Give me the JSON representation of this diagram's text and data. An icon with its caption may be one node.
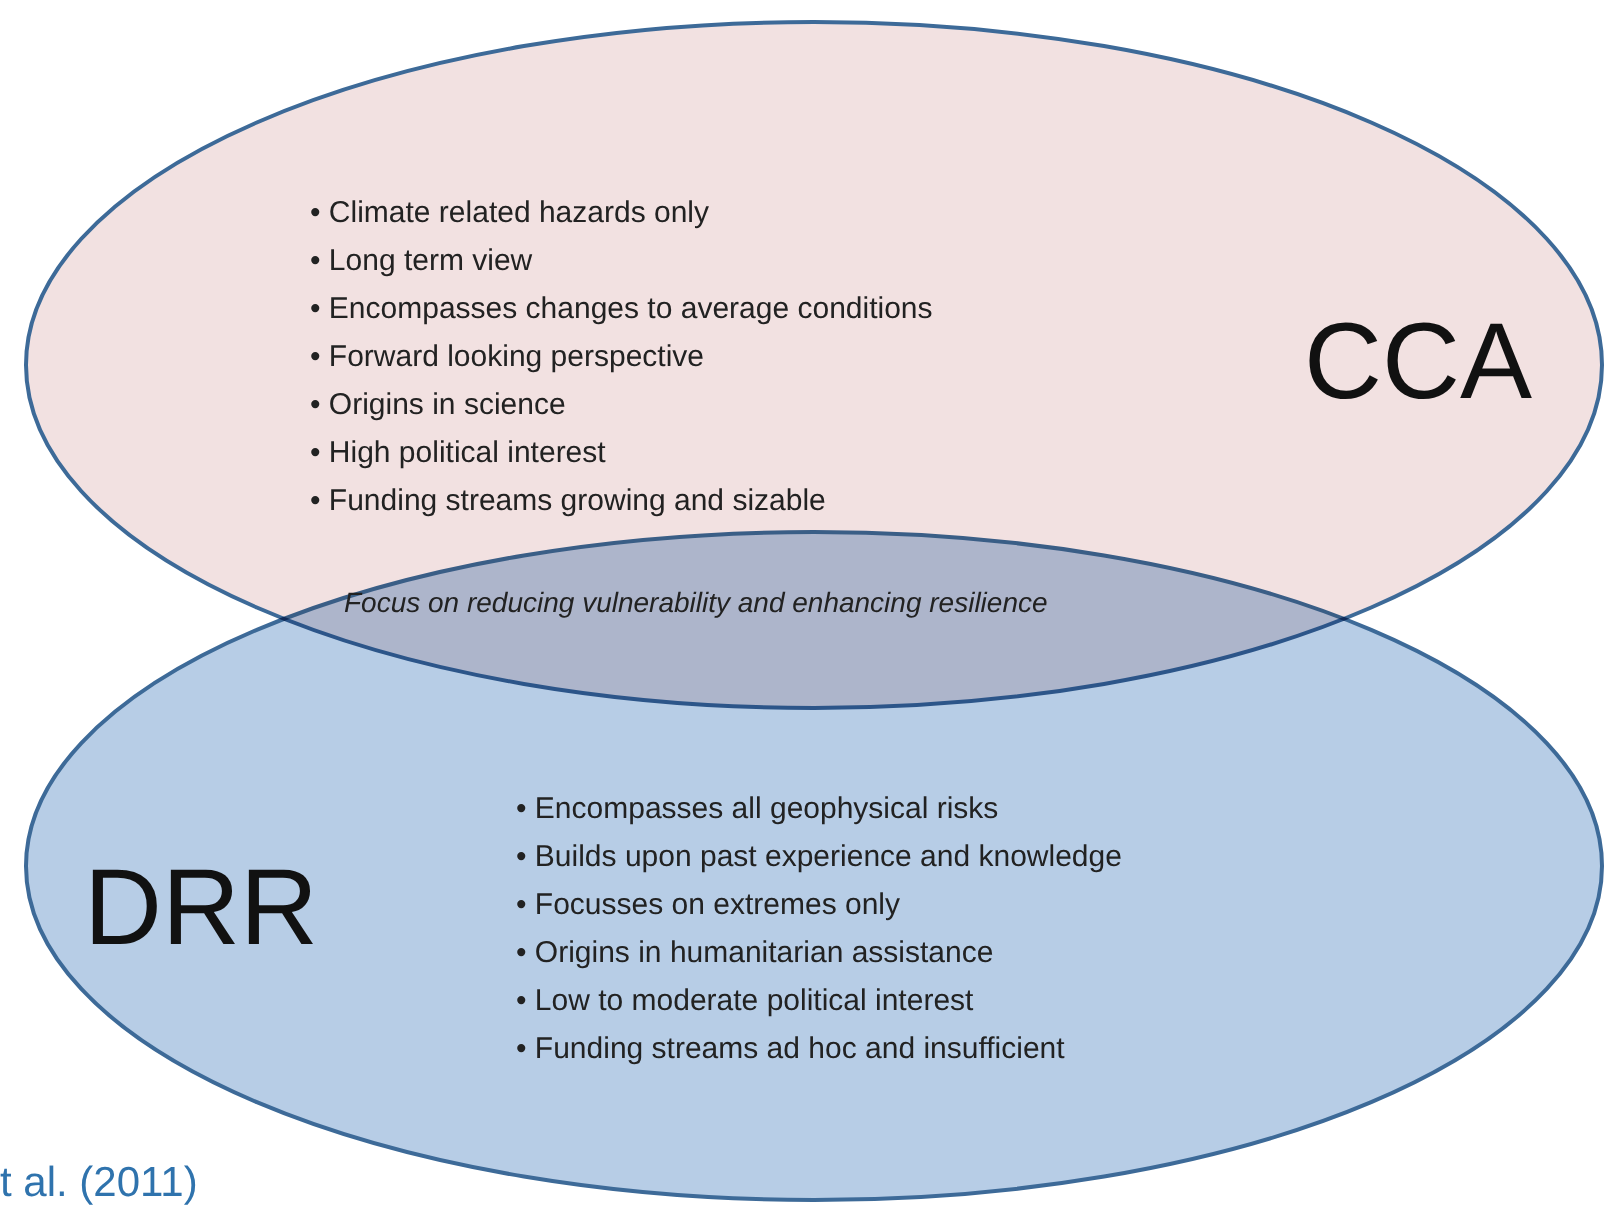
{
  "diagram": {
    "nodes": [
      {
        "text": [
          "• Climate related hazards only",
          "• Long term view",
          "• Encompasses changes to average conditions",
          "• Forward looking perspective",
          "• Origins in science",
          "• High political interest",
          "• Funding streams growing and sizable",
          "CCA"
        ]
      },
      {
        "text": [
          "DRR",
          "• Encompasses all geophysical risks",
          "• Builds upon past experience and knowledge",
          "• Focusses on extremes only",
          "• Origins in humanitarian assistance",
          "• Low to moderate political interest",
          "• Funding streams ad hoc and insufficient"
        ]
      }
    ],
    "labels": [
      "Focus on reducing vulnerability and enhancing resilience",
      "t al. (2011)"
    ]
  }
}
